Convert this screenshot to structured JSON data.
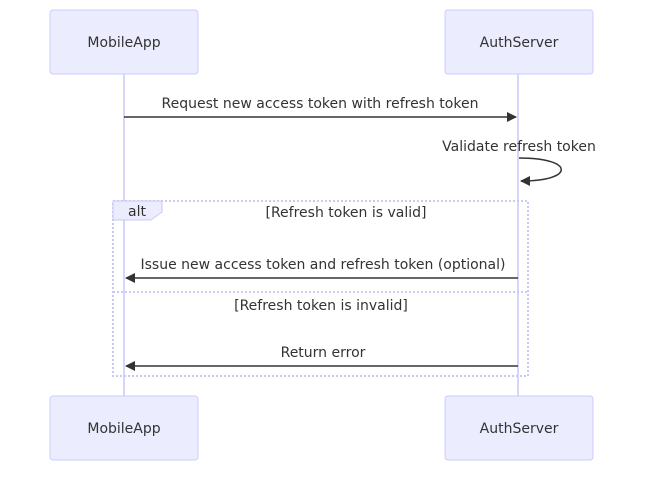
{
  "participants": {
    "mobile": {
      "label": "MobileApp"
    },
    "auth": {
      "label": "AuthServer"
    }
  },
  "messages": {
    "request": "Request new access token with refresh token",
    "validate": "Validate refresh token",
    "issue": "Issue new access token and refresh token (optional)",
    "error": "Return error"
  },
  "alt": {
    "keyword": "alt",
    "valid_condition": "[Refresh token is valid]",
    "invalid_condition": "[Refresh token is invalid]"
  },
  "colors": {
    "actor_fill": "#ECECFF",
    "actor_stroke": "#CCCCFF",
    "lifeline": "#D6D6FA",
    "line": "#333333"
  }
}
